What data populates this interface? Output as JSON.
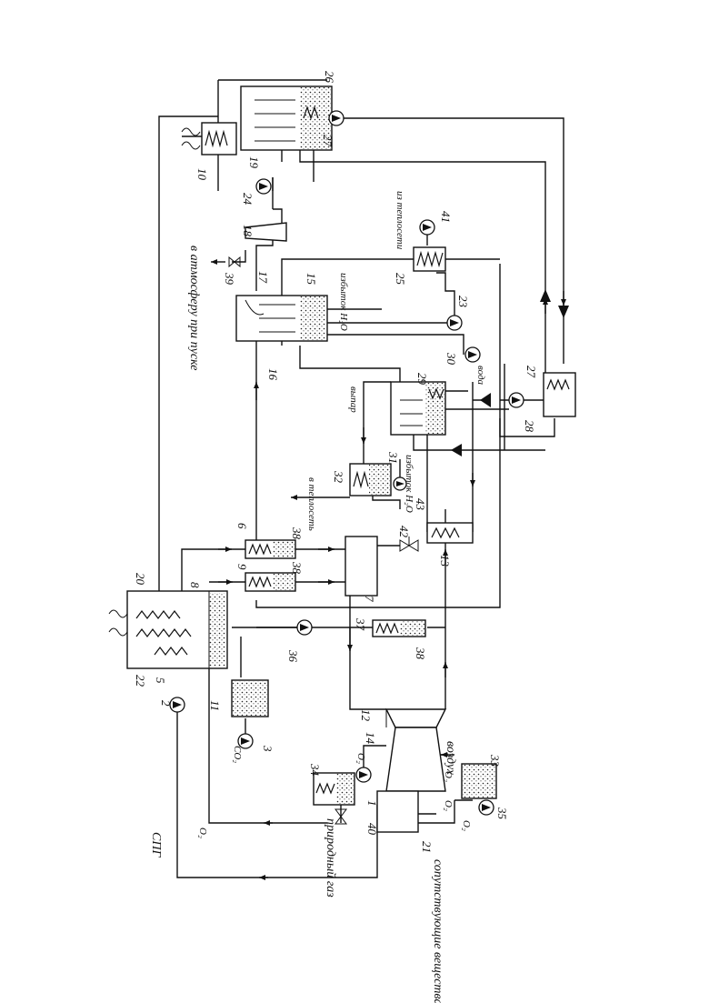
{
  "labels": {
    "n1": "1",
    "n2": "2",
    "n3": "3",
    "n5": "5",
    "n6": "6",
    "n7": "7",
    "n8": "8",
    "n9": "9",
    "n10": "10",
    "n11": "11",
    "n12": "12",
    "n13": "13",
    "n14": "14",
    "n15": "15",
    "n16": "16",
    "n17": "17",
    "n18": "18",
    "n19": "19",
    "n20": "20",
    "n21": "21",
    "n22": "22",
    "n23": "23",
    "n24": "24",
    "n25": "25",
    "n26": "26",
    "n27a": "27",
    "n27b": "27",
    "n28": "28",
    "n29": "29",
    "n30": "30",
    "n31": "31",
    "n32": "32",
    "n33": "33",
    "n34": "34",
    "n35": "35",
    "n36": "36",
    "n37": "37",
    "n38a": "38",
    "n38b": "38",
    "n38c": "38",
    "n39": "39",
    "n40": "40",
    "n41": "41",
    "n42": "42",
    "n43": "43"
  },
  "notes": {
    "spg": "СПГ",
    "atm": "в атмосферу при пуске",
    "excess_h2o_top": "избыток H₂O",
    "excess_h2o_mid": "избыток H₂O",
    "from_ground": "из теплосети",
    "to_ground": "в теплосеть",
    "vapor": "выпар",
    "water": "вода",
    "natural_gas": "природный газ",
    "air": "воздух",
    "byproducts": "сопутствующие вещества",
    "co2": "CO₂",
    "o2_a": "O₂",
    "o2_b": "O₂",
    "o2_c": "O₂",
    "o2_d": "O₂",
    "o2_e": "O₂"
  }
}
